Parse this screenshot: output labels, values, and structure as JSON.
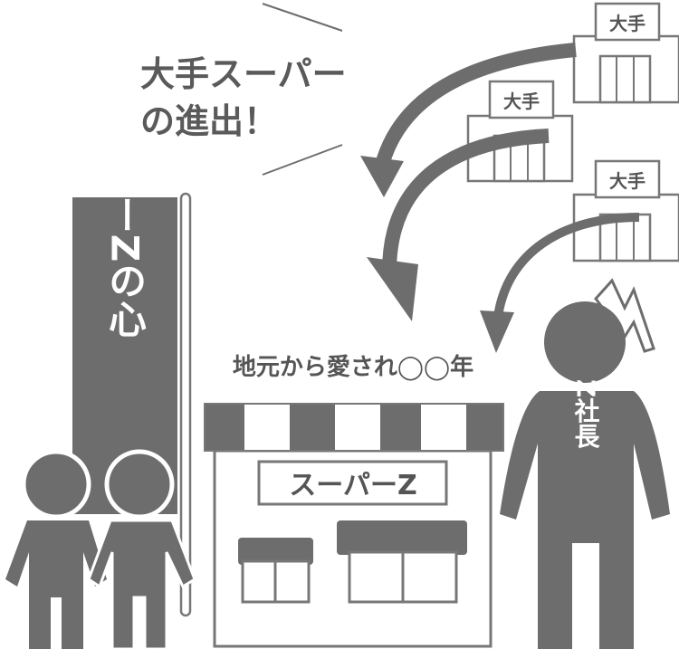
{
  "headline": {
    "line1": "大手スーパー",
    "line2": "の進出！"
  },
  "big_chain_stores": [
    {
      "sign": "大手"
    },
    {
      "sign": "大手"
    },
    {
      "sign": "大手"
    }
  ],
  "banner": {
    "text": "スーパーZの心"
  },
  "local_shop": {
    "tagline": "地元から愛され◯◯年",
    "sign": "スーパーZ"
  },
  "president": {
    "label": "Z社長"
  },
  "colors": {
    "gray": "#6d6d6d",
    "dark_gray": "#5a5a5a",
    "white": "#ffffff",
    "outline": "#777777"
  }
}
